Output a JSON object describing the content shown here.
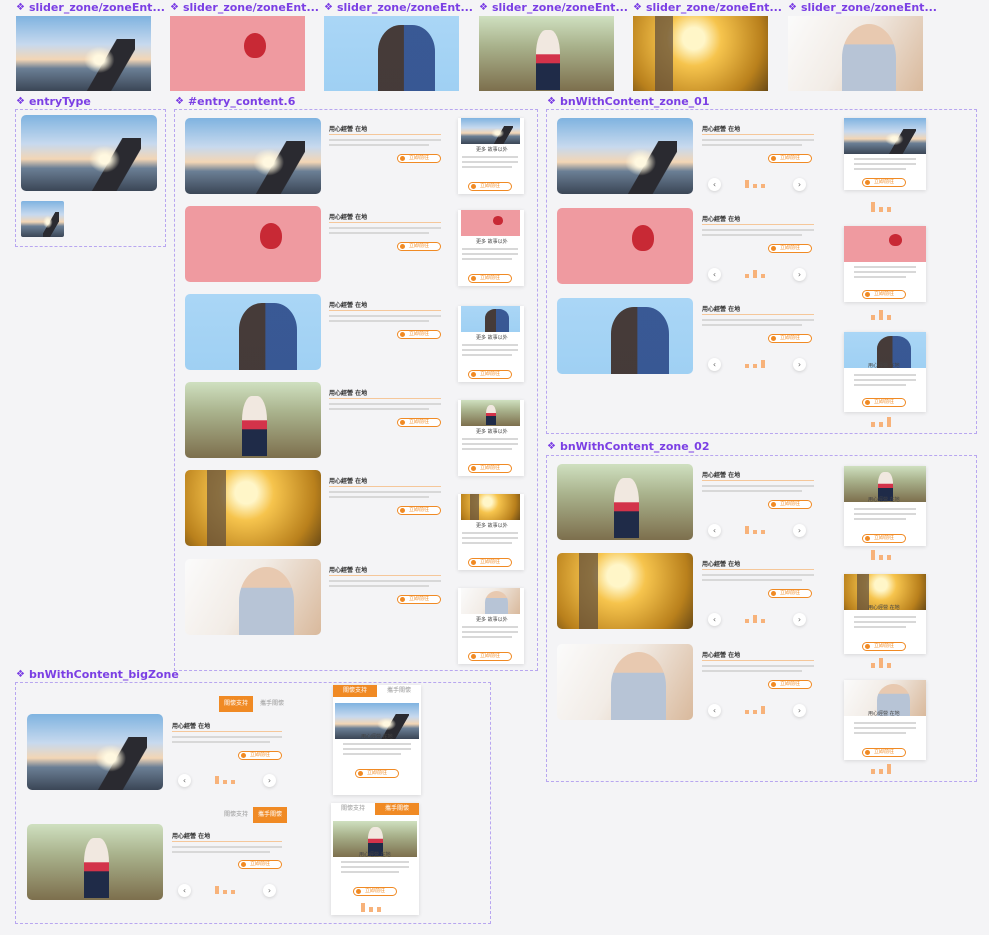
{
  "frames": {
    "slider1": "slider_zone/zoneEnt...",
    "slider2": "slider_zone/zoneEnt...",
    "slider3": "slider_zone/zoneEnt...",
    "slider4": "slider_zone/zoneEnt...",
    "slider5": "slider_zone/zoneEnt...",
    "slider6": "slider_zone/zoneEnt...",
    "entry_type": "entryType",
    "entry_content": "#entry_content.6",
    "bn_zone_01": "bnWithContent_zone_01",
    "bn_zone_02": "bnWithContent_zone_02",
    "bn_big": "bnWithContent_bigZone"
  },
  "content": {
    "item_title": "用心經營 在地",
    "card_title": "更多 故事以外",
    "card_title_b": "用心經營 在地",
    "button_label": "立即前往"
  },
  "tabs": {
    "tab_a": "關懷支持",
    "tab_b": "攜手關懷"
  },
  "colors": {
    "accent": "#f08a24",
    "frame_label": "#7b3fe4",
    "frame_border": "#b8a6f0"
  }
}
